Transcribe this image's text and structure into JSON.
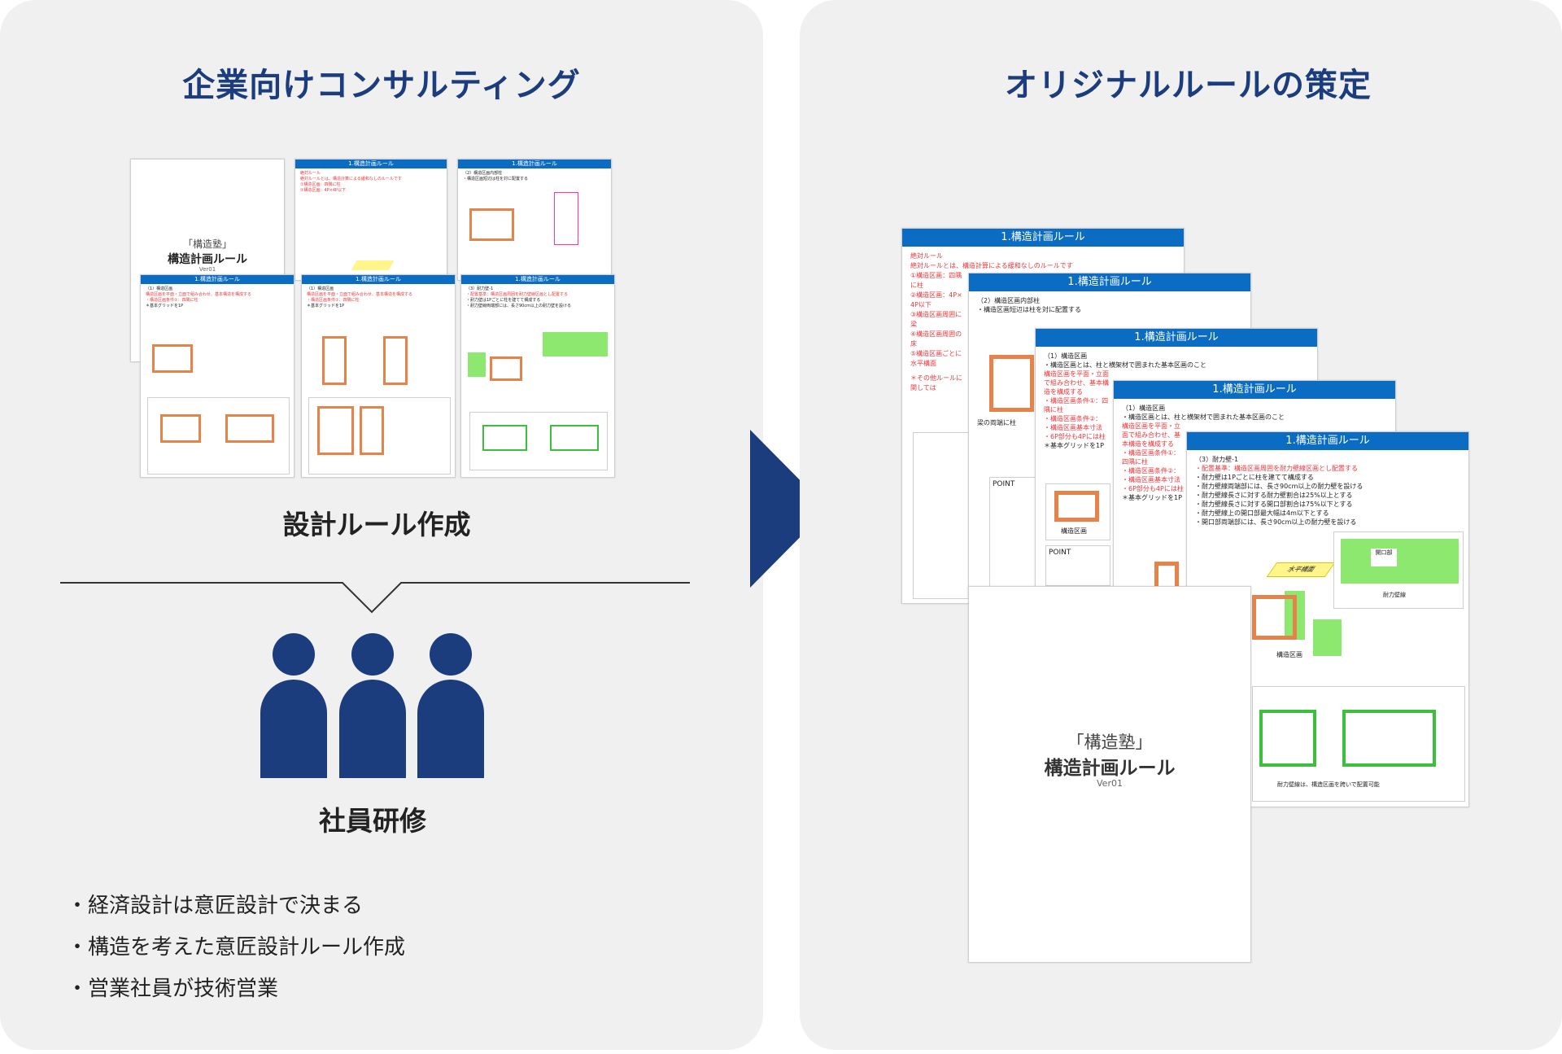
{
  "left": {
    "title": "企業向けコンサルティング",
    "section1": "設計ルール作成",
    "section2": "社員研修",
    "bullets": [
      "・経済設計は意匠設計で決まる",
      "・構造を考えた意匠設計ルール作成",
      "・営業社員が技術営業"
    ]
  },
  "right": {
    "title": "オリジナルルールの策定"
  },
  "doc": {
    "header": "1.構造計画ルール",
    "cover_sub": "「構造塾」",
    "cover_title": "構造計画ルール",
    "cover_ver": "Ver01",
    "page1": [
      "絶対ルール",
      "絶対ルールとは、構造計算による緩和なしのルールです",
      "①構造区画：四隅に柱",
      "②構造区画：4P×4P以下",
      "③構造区画周囲に梁",
      "④構造区画周囲の床",
      "⑤構造区画ごとに水平構面",
      "＊その他ルールに関しては"
    ],
    "page2": [
      "（2）構造区画内部柱",
      "・構造区画短辺は柱を対に配置する"
    ],
    "page3": [
      "（1）構造区画",
      "・構造区画とは、柱と横架材で囲まれた基本区画のこと",
      "構造区画を平面・立面で組み合わせ、基本構造を構成する",
      "・構造区画条件①：四隅に柱",
      "・構造区画条件②：",
      "・構造区画基本寸法",
      "・6P部分も4Pには柱",
      "＊基本グリッドを1P"
    ],
    "page4": [
      "（1）構造区画",
      "・構造区画とは、柱と横架材で囲まれた基本区画のこと",
      "構造区画を平面・立面で組み合わせ、基本構造を構成する",
      "・構造区画条件①：四隅に柱",
      "・構造区画条件②：",
      "・構造区画基本寸法",
      "・6P部分も4Pには柱",
      "＊基本グリッドを1P"
    ],
    "page5": [
      "（3）耐力壁-1",
      "・配置基準：構造区画周囲を耐力壁線区画とし配置する",
      "・耐力壁は1Pごとに柱を建てて構成する",
      "・耐力壁線両端部には、長さ90cm以上の耐力壁を設ける",
      "・耐力壁線長さに対する耐力壁割合は25%以上とする",
      "・耐力壁線長さに対する開口部割合は75%以下とする",
      "・耐力壁線上の開口部最大幅は4m以下とする",
      "・開口部両端部には、長さ90cm以上の耐力壁を設ける"
    ],
    "point": "POINT",
    "fig_labels": {
      "horizontal": "水平構面",
      "wall": "耐力壁線",
      "zone": "構造区画",
      "opening": "開口部",
      "beam": "梁の両端に柱",
      "note": "耐力壁線は、構造区画を跨いで配置可能"
    }
  },
  "colors": {
    "navy": "#1b3d7e",
    "doc_header": "#0a6cc2",
    "red": "#e8383d",
    "frame": "#e5834a",
    "wall": "#8de870"
  }
}
